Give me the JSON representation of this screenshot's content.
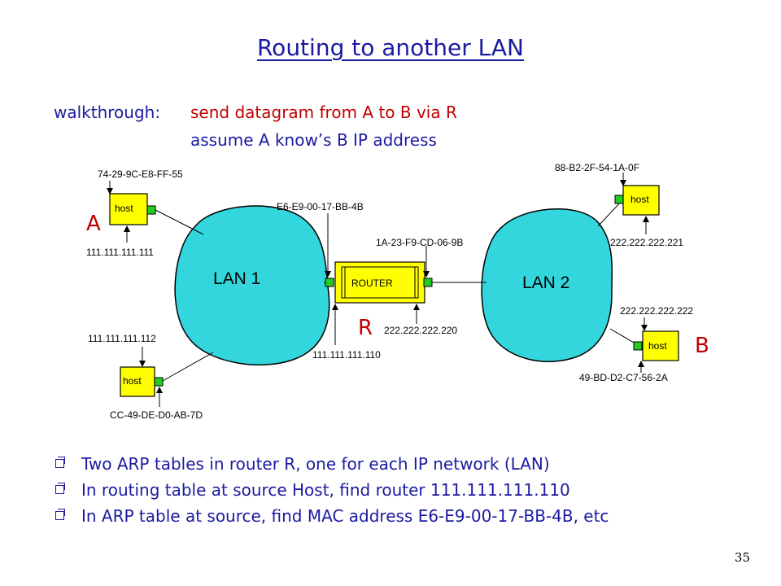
{
  "title": "Routing to another LAN",
  "walkthrough": {
    "label": "walkthrough:",
    "action": "send datagram from A to B via R",
    "assume": "assume  A know’s B IP address"
  },
  "diagram": {
    "lan1": "LAN 1",
    "lan2": "LAN 2",
    "router": "ROUTER",
    "host_label": "host",
    "labels": {
      "a": "A",
      "b": "B",
      "r": "R"
    },
    "host_a": {
      "mac": "74-29-9C-E8-FF-55",
      "ip": "111.111.111.111"
    },
    "host_lan1_lower": {
      "mac": "CC-49-DE-D0-AB-7D",
      "ip": "111.111.111.112"
    },
    "router_if1": {
      "mac": "E6-E9-00-17-BB-4B",
      "ip": "111.111.111.110"
    },
    "router_if2": {
      "mac": "1A-23-F9-CD-06-9B",
      "ip": "222.222.222.220"
    },
    "host_lan2_upper": {
      "mac": "88-B2-2F-54-1A-0F",
      "ip": "222.222.222.221"
    },
    "host_b": {
      "mac": "49-BD-D2-C7-56-2A",
      "ip": "222.222.222.222"
    },
    "colors": {
      "lan_fill": "#33d6dd",
      "host_fill": "#ffff00",
      "nic_fill": "#22cc22",
      "accent_red": "#c00000",
      "text_blue": "#1a1aa0"
    }
  },
  "bullets": [
    "Two ARP tables in  router R, one for each IP network (LAN)",
    "In routing table at source Host, find router 111.111.111.110",
    "In ARP table at source, find MAC address E6-E9-00-17-BB-4B, etc"
  ],
  "page_number": "35"
}
